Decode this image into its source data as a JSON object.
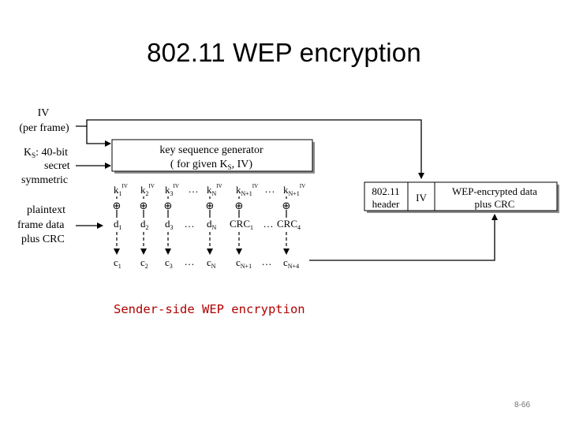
{
  "slide": {
    "title": "802.11 WEP encryption",
    "caption": "Sender-side WEP encryption",
    "page_number": "8-66"
  },
  "inputs": {
    "iv_line1": "IV",
    "iv_line2": "(per frame)",
    "ks_line1_main": "K",
    "ks_line1_sub": "S",
    "ks_line1_rest": ": 40-bit",
    "ks_line2": "secret",
    "ks_line3": "symmetric",
    "pt_line1": "plaintext",
    "pt_line2": "frame data",
    "pt_line3": "plus CRC"
  },
  "generator": {
    "line1": "key sequence generator",
    "line2_pre": "( for given K",
    "line2_sub": "S",
    "line2_post": ", IV)"
  },
  "keystream": [
    {
      "main": "k",
      "sub": "1",
      "sup": "IV"
    },
    {
      "main": "k",
      "sub": "2",
      "sup": "IV"
    },
    {
      "main": "k",
      "sub": "3",
      "sup": "IV"
    },
    {
      "main": "k",
      "sub": "N",
      "sup": "IV"
    },
    {
      "main": "k",
      "sub": "N+1",
      "sup": "IV"
    },
    {
      "main": "k",
      "sub": "N+1",
      "sup": "IV"
    }
  ],
  "plaintext": [
    {
      "main": "d",
      "sub": "1"
    },
    {
      "main": "d",
      "sub": "2"
    },
    {
      "main": "d",
      "sub": "3"
    },
    {
      "main": "d",
      "sub": "N"
    },
    {
      "main": "CRC",
      "sub": "1"
    },
    {
      "main": "CRC",
      "sub": "4"
    }
  ],
  "ciphertext": [
    {
      "main": "c",
      "sub": "1"
    },
    {
      "main": "c",
      "sub": "2"
    },
    {
      "main": "c",
      "sub": "3"
    },
    {
      "main": "c",
      "sub": "N"
    },
    {
      "main": "c",
      "sub": "N+1"
    },
    {
      "main": "c",
      "sub": "N+4"
    }
  ],
  "ellipsis": "…",
  "xor_symbol": "⊕",
  "frame": {
    "header_line1": "802.11",
    "header_line2": "header",
    "iv": "IV",
    "payload_line1": "WEP-encrypted data",
    "payload_line2": "plus CRC"
  }
}
